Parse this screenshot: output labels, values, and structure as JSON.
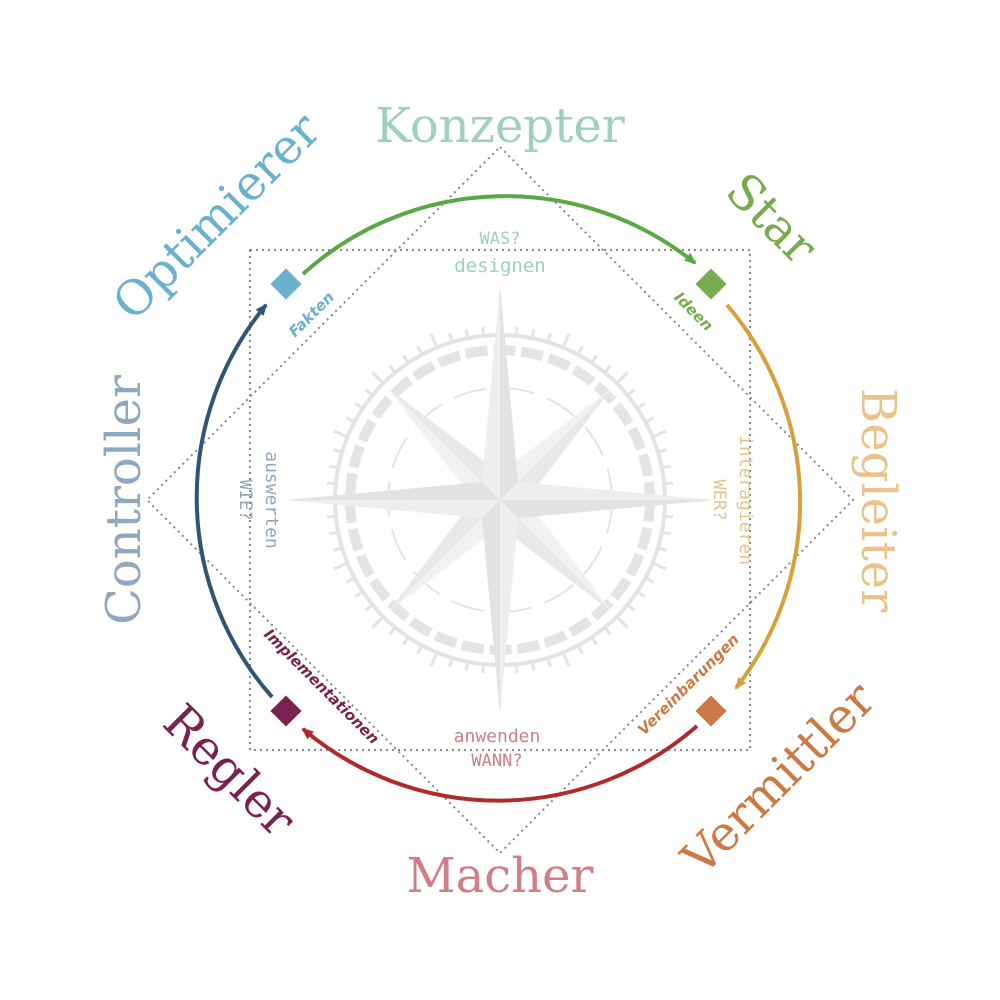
{
  "colors": {
    "konzepter": "#9ecfbf",
    "star": "#76ac4d",
    "begleiter": "#e9c38a",
    "vermittler": "#cc7a45",
    "macher": "#cf7f85",
    "regler": "#7a2150",
    "controller": "#90a8bf",
    "optimierer": "#6ab1cf",
    "arc_top": "#5aa845",
    "arc_right": "#d6a13a",
    "arc_bottom": "#b02a2a",
    "arc_left": "#305478",
    "compass": "#e4e4e4",
    "guide": "#888888"
  },
  "roles": {
    "konzepter": "Konzepter",
    "star": "Star",
    "begleiter": "Begleiter",
    "vermittler": "Vermittler",
    "macher": "Macher",
    "regler": "Regler",
    "controller": "Controller",
    "optimierer": "Optimierer"
  },
  "quadrants": {
    "top": {
      "question": "WAS?",
      "verb": "designen"
    },
    "right": {
      "question": "WER?",
      "verb": "interagieren"
    },
    "bottom": {
      "question": "WANN?",
      "verb": "anwenden"
    },
    "left": {
      "question": "WIE?",
      "verb": "auswerten"
    }
  },
  "corners": {
    "ideen": "Ideen",
    "vereinbarungen": "Vereinbarungen",
    "implementationen": "Implementationen",
    "fakten": "Fakten"
  }
}
